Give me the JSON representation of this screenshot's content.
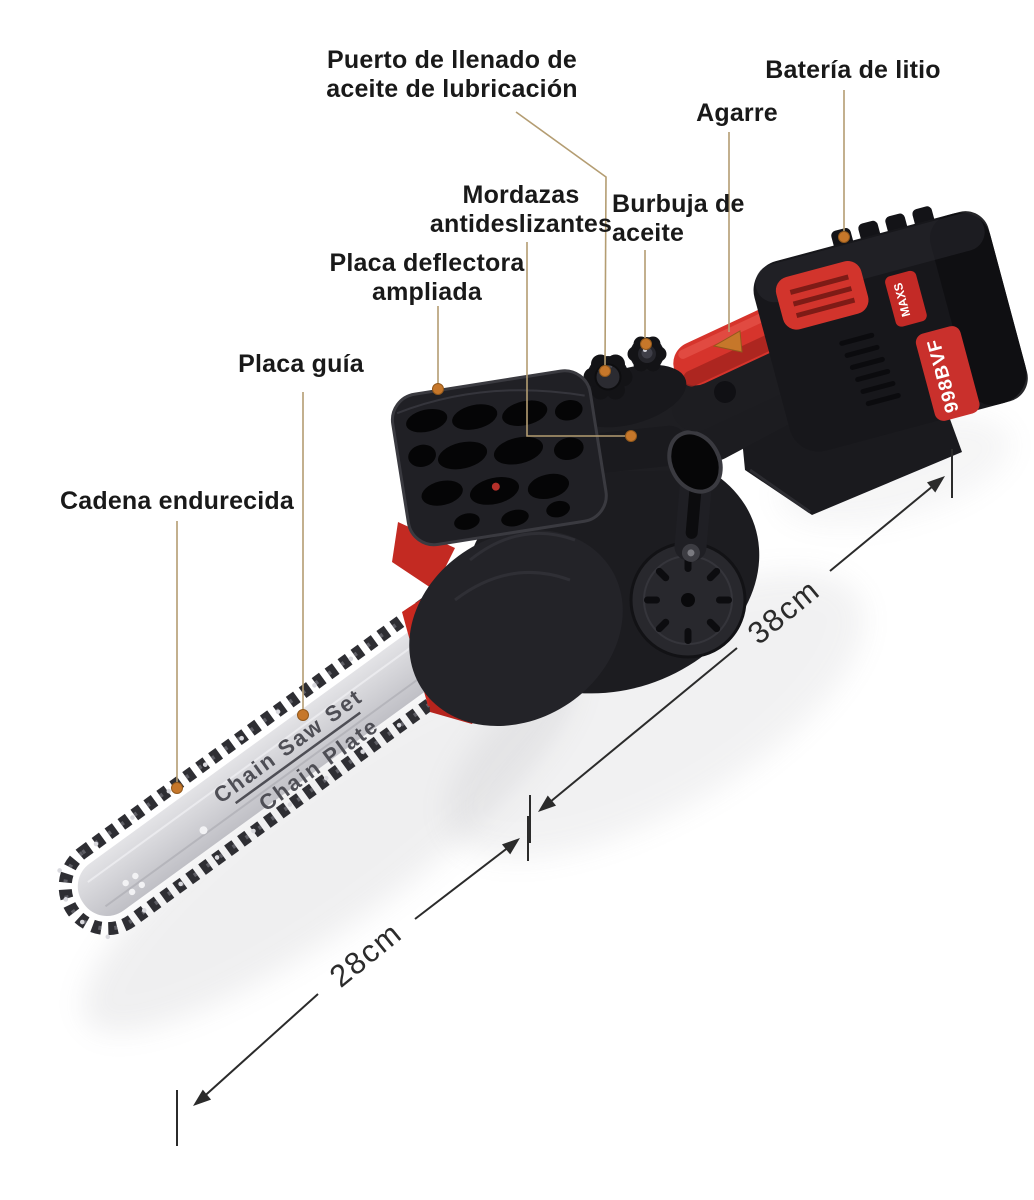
{
  "scene": {
    "description": "Annotated product photo of a cordless battery chainsaw on a white background"
  },
  "labels": {
    "puerto": {
      "line1": "Puerto de llenado de",
      "line2": "aceite de lubricación"
    },
    "bateria": {
      "line1": "Batería de litio"
    },
    "agarre": {
      "line1": "Agarre"
    },
    "mordazas": {
      "line1": "Mordazas",
      "line2": "antideslizantes"
    },
    "burbuja": {
      "line1": "Burbuja de",
      "line2": "aceite"
    },
    "deflectora": {
      "line1": "Placa deflectora",
      "line2": "ampliada"
    },
    "guia": {
      "line1": "Placa guía"
    },
    "cadena": {
      "line1": "Cadena endurecida"
    }
  },
  "dimensions": {
    "bar_length": "38cm",
    "cut_length": "28cm"
  },
  "markings": {
    "blade_line1": "Chain Saw Set",
    "blade_line2": "Chain Plate",
    "battery_model": "998BVF",
    "battery_brand": "MAXS"
  },
  "colors": {
    "label_text": "#191919",
    "leader_line": "#b49d72",
    "callout_dot": "#c6772a",
    "dimension_line": "#2b2b2b",
    "machine_black": "#1d1d21",
    "machine_red": "#d2302a",
    "blade_grey": "#d5d5d8",
    "background": "#ffffff"
  }
}
